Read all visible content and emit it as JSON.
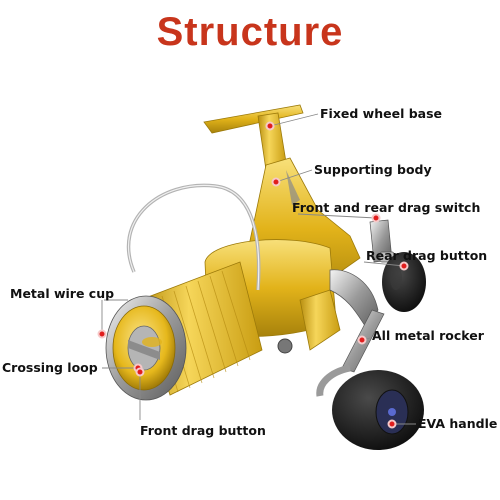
{
  "title": "Structure",
  "colors": {
    "title": "#c8351c",
    "marker": "#e11d1d",
    "gold": "#e8bd22",
    "black": "#1a1a1a"
  },
  "labels": {
    "fixed_wheel_base": "Fixed wheel base",
    "supporting_body": "Supporting body",
    "drag_switch": "Front and rear drag switch",
    "rear_drag_button": "Rear drag button",
    "metal_wire_cup": "Metal wire cup",
    "all_metal_rocker": "All metal rocker",
    "crossing_loop": "Crossing loop",
    "eva_handle": "EVA handle",
    "front_drag_button": "Front drag button"
  }
}
